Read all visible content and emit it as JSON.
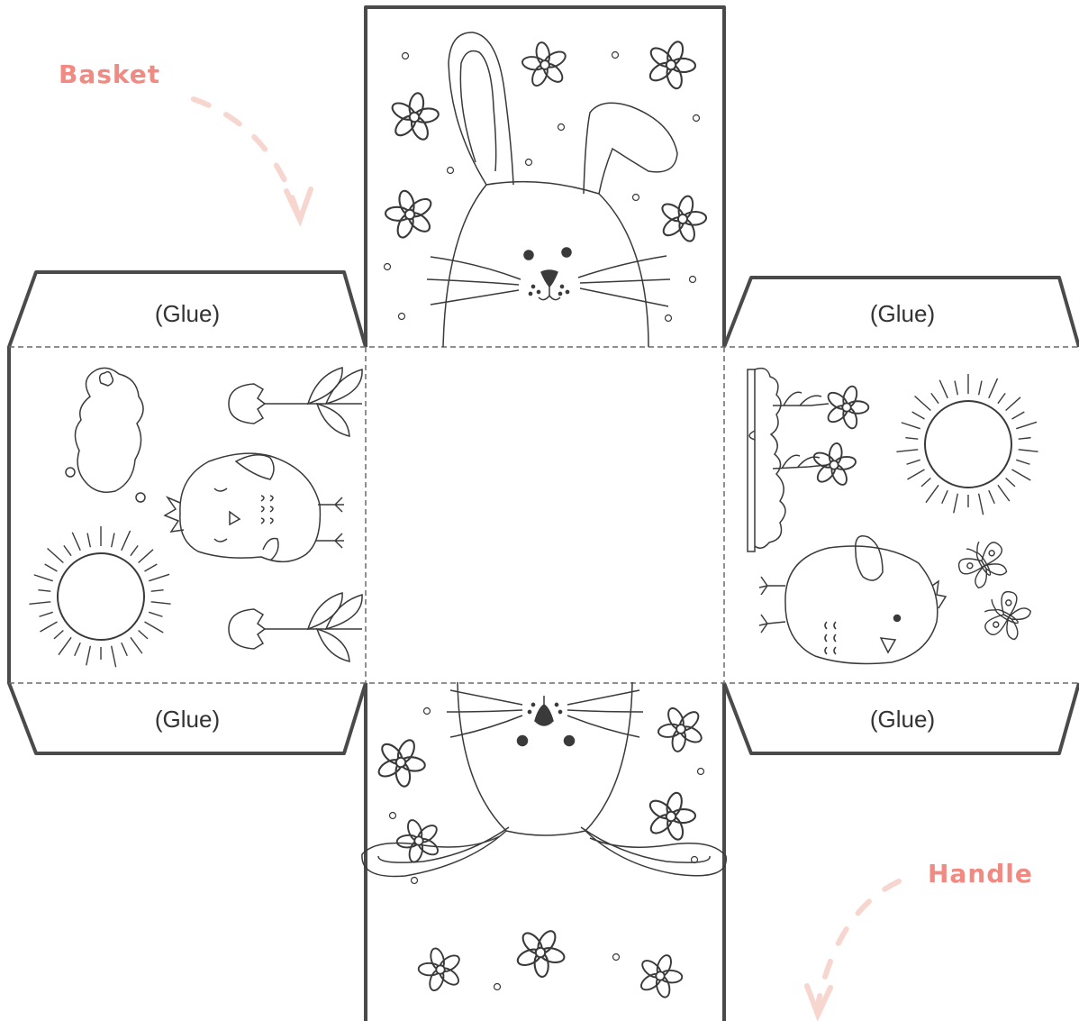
{
  "labels": {
    "basket": "Basket",
    "handle": "Handle"
  },
  "glue_flaps": {
    "top_left": "(Glue)",
    "bottom_left": "(Glue)",
    "top_right": "(Glue)",
    "bottom_right": "(Glue)"
  },
  "colors": {
    "outline": "#4a4a4a",
    "label": "#f08a82",
    "arrow": "#f6d6cf",
    "drawing": "#3a3a3a"
  },
  "icons": [
    "bunny-icon",
    "flower-icon",
    "chick-icon",
    "sun-icon",
    "tulip-icon",
    "cloud-icon",
    "bush-icon",
    "butterfly-icon",
    "dashed-arrow-icon"
  ]
}
